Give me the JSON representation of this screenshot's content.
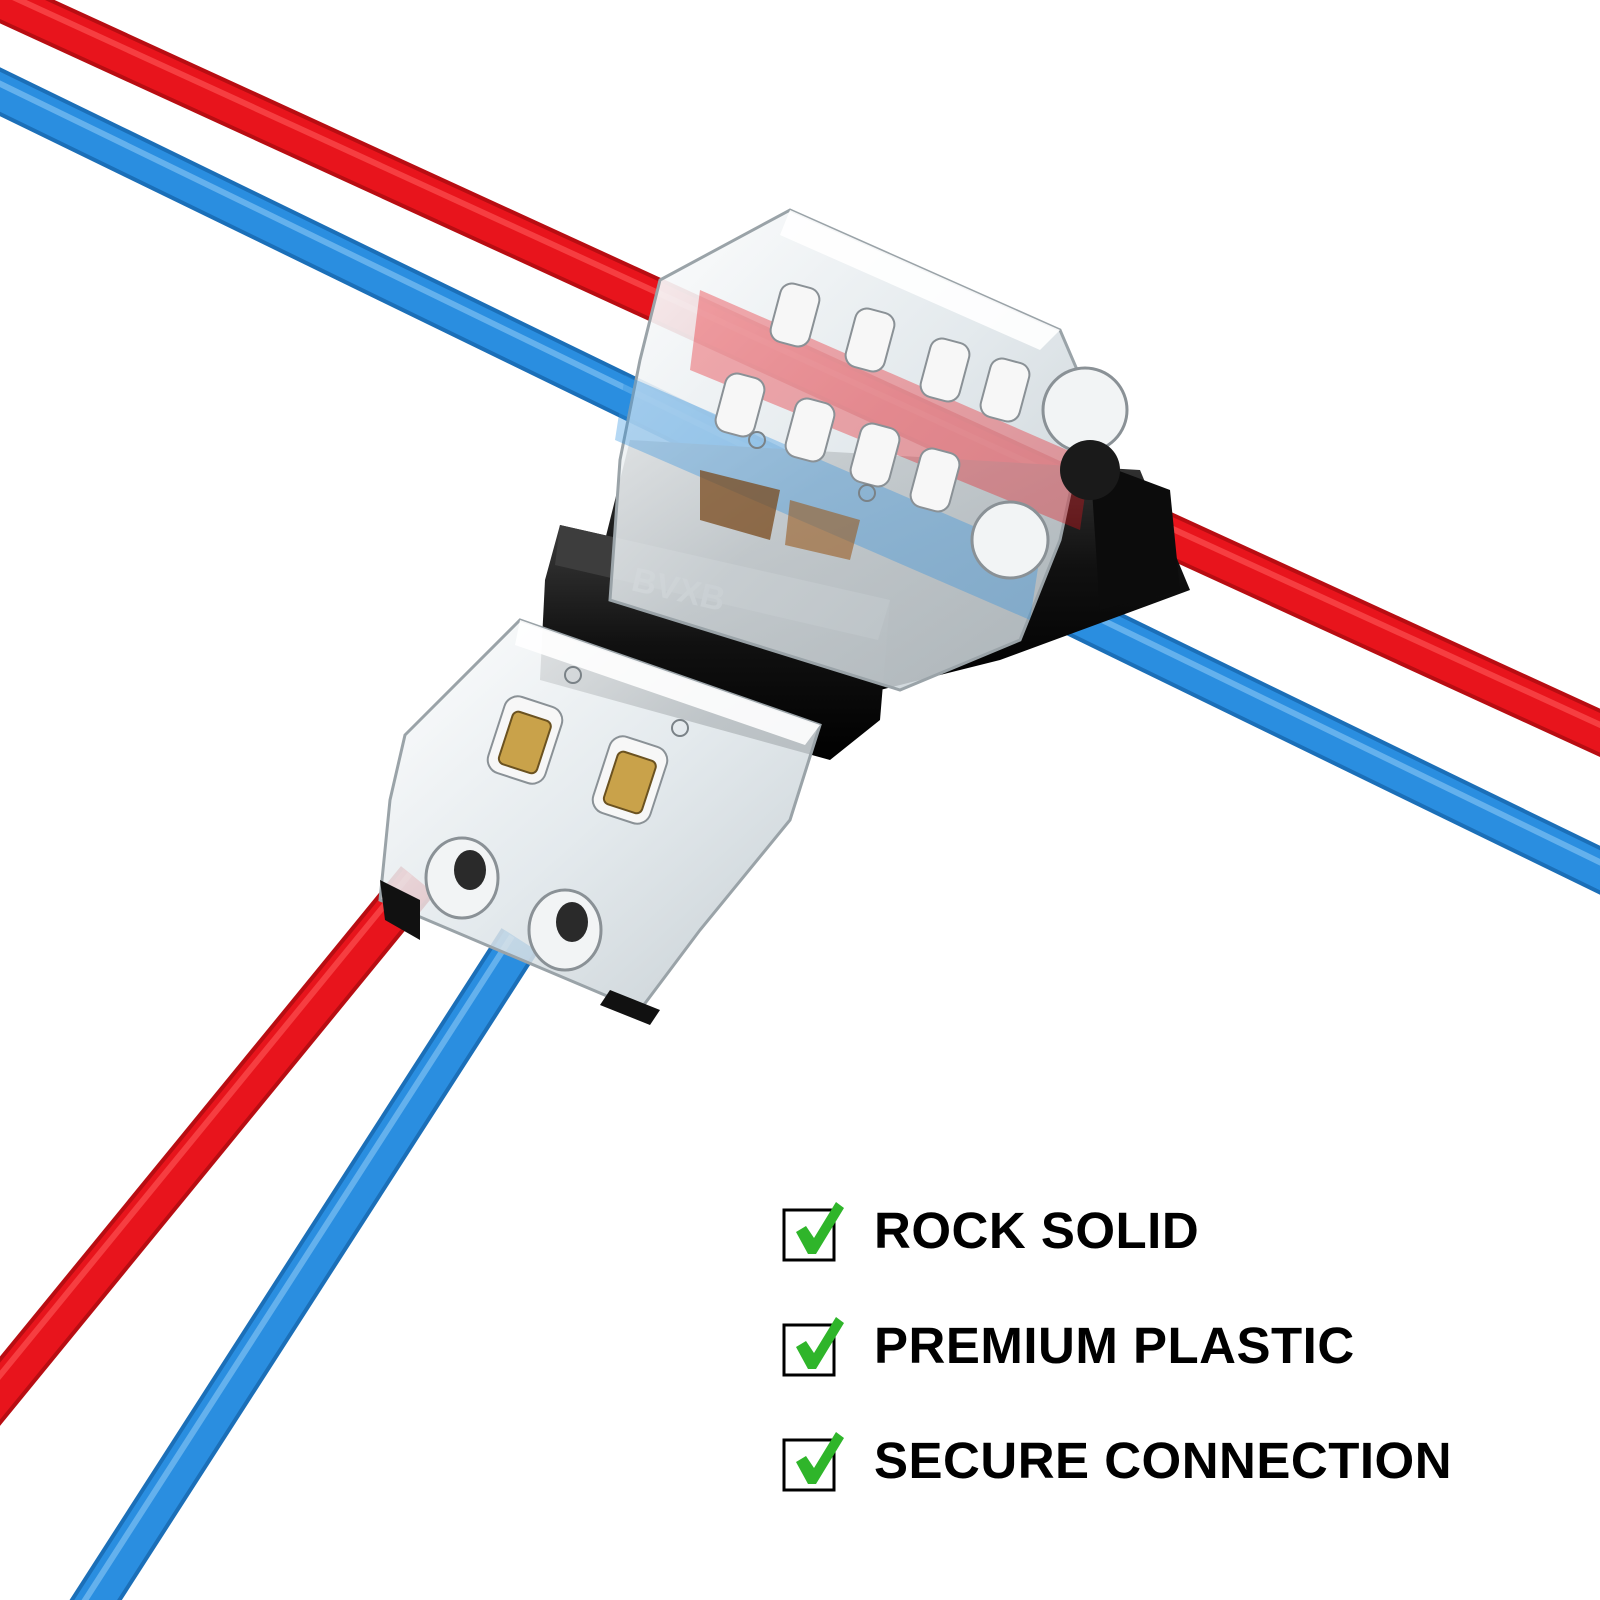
{
  "product": {
    "name": "T-tap wire connector",
    "housing_mark": "BVXB",
    "colors": {
      "red_wire": "#e8141c",
      "blue_wire": "#2a8ee0",
      "black_body": "#141414",
      "clear_shell": "#eef3f6",
      "check_green": "#2fb52a"
    }
  },
  "features": [
    {
      "icon": "checkbox-check-icon",
      "label": "ROCK SOLID"
    },
    {
      "icon": "checkbox-check-icon",
      "label": "PREMIUM PLASTIC"
    },
    {
      "icon": "checkbox-check-icon",
      "label": "SECURE CONNECTION"
    }
  ]
}
